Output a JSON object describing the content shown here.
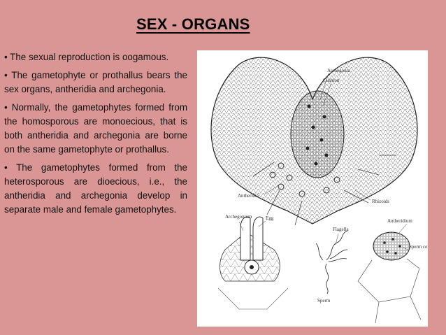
{
  "slide": {
    "title": "SEX - ORGANS",
    "bullets": [
      "• The sexual reproduction is oogamous.",
      "• The gametophyte or prothallus bears the sex organs, antheridia and archegonia.",
      "• Normally, the gametophytes formed from the homosporous are monoecious, that is both antheridia and archegonia are borne on the same gametophyte or prothallus.",
      "• The gametophytes formed from the heterosporous are dioecious, i.e., the antheridia and archegonia develop in separate male and female gametophytes."
    ]
  },
  "figure": {
    "labels": {
      "archegonia": "Archegonia",
      "cushion": "Cushion",
      "antheridia": "Antheridia",
      "rhizoids": "Rhizoids",
      "archegonium": "Archegonium",
      "egg": "Egg",
      "flagella": "Flagella",
      "sperm": "Sperm",
      "antheridium": "Antheridium",
      "sperm_cells": "Sperm cells"
    }
  }
}
